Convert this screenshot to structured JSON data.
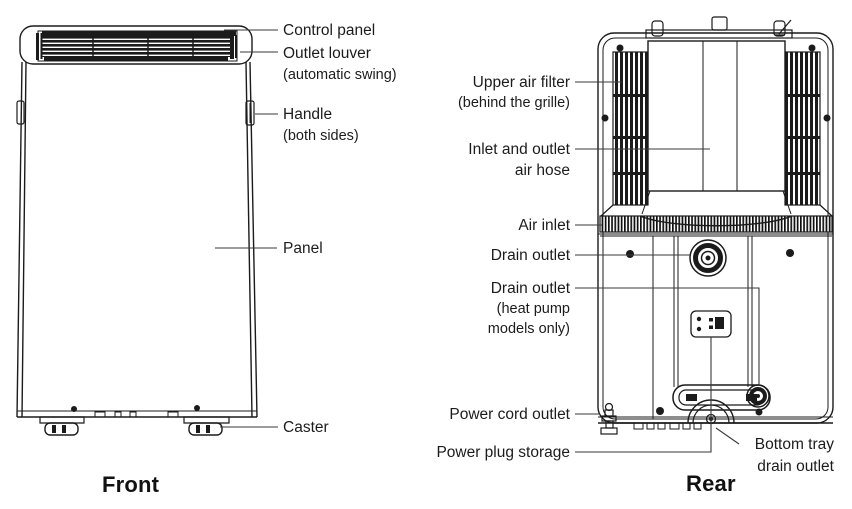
{
  "figure": {
    "front": {
      "caption": "Front",
      "labels": {
        "control_panel": "Control panel",
        "outlet_louver": "Outlet louver",
        "outlet_louver_note": "(automatic swing)",
        "handle": "Handle",
        "handle_note": "(both sides)",
        "panel": "Panel",
        "caster": "Caster"
      }
    },
    "rear": {
      "caption": "Rear",
      "labels": {
        "upper_air_filter": "Upper air filter",
        "upper_air_filter_note": "(behind the grille)",
        "inlet_outlet_line1": "Inlet and outlet",
        "inlet_outlet_line2": "air hose",
        "air_inlet": "Air inlet",
        "drain_outlet": "Drain outlet",
        "drain_outlet_hp": "Drain outlet",
        "drain_outlet_hp_note1": "(heat pump",
        "drain_outlet_hp_note2": "models only)",
        "power_cord_outlet": "Power cord outlet",
        "power_plug_storage": "Power plug storage",
        "bottom_tray_line1": "Bottom tray",
        "bottom_tray_line2": "drain outlet"
      }
    },
    "colors": {
      "line": "#1b1b1b",
      "background": "#ffffff"
    }
  }
}
